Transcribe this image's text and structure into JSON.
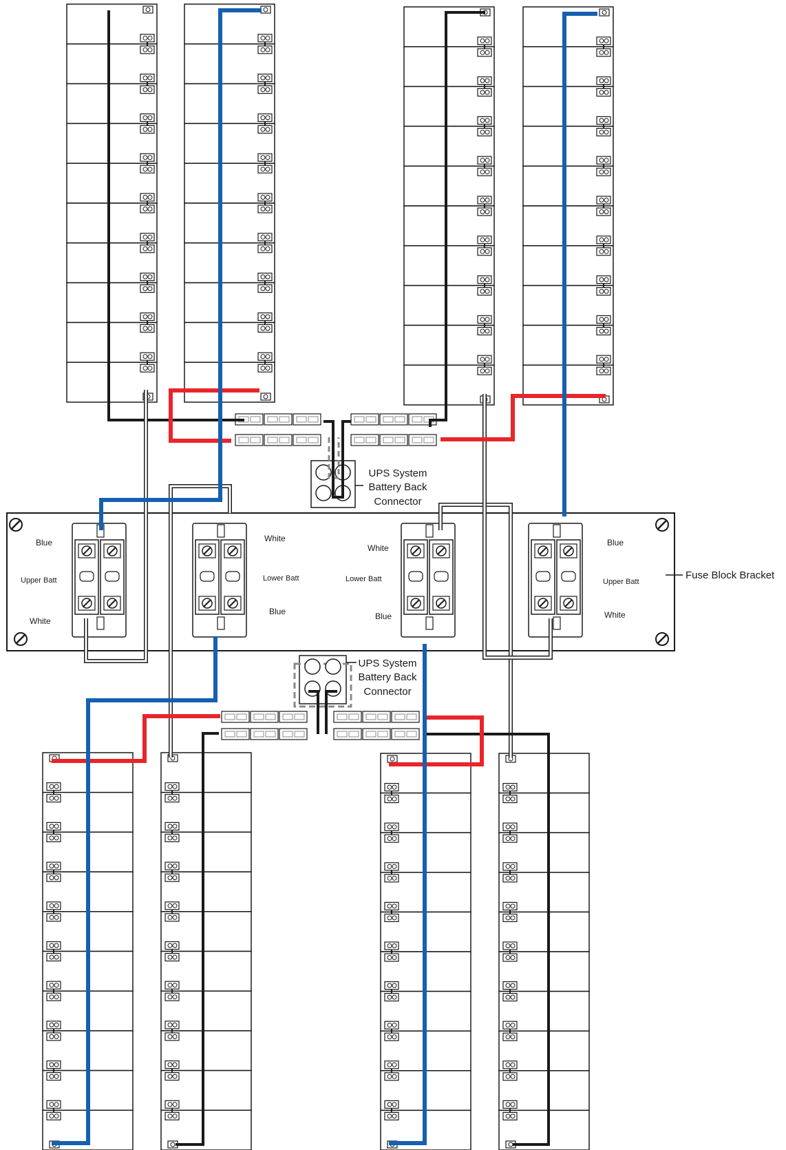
{
  "diagram": {
    "callout_upper": [
      "UPS System",
      "Battery Back",
      "Connector"
    ],
    "callout_lower": [
      "UPS System",
      "Battery Back",
      "Connector"
    ],
    "bracket_label": "Fuse Block Bracket",
    "fuse_blocks": [
      {
        "id": "fb1",
        "top": "Blue",
        "mid": "Upper Batt",
        "bottom": "White"
      },
      {
        "id": "fb2",
        "top": "White",
        "mid": "Lower Batt",
        "bottom": "Blue"
      },
      {
        "id": "fb3",
        "top": "White",
        "mid": "Lower Batt",
        "bottom": "Blue"
      },
      {
        "id": "fb4",
        "top": "Blue",
        "mid": "Upper Batt",
        "bottom": "White"
      }
    ],
    "battery_cells_per_string": 10,
    "colors": {
      "blue_wire": "#1560b0",
      "red_wire": "#e8252b",
      "black_wire": "#1a1a1a",
      "white_wire": "#ffffff",
      "outline": "#1a1a1a",
      "dashed": "#8a8a8a"
    }
  }
}
